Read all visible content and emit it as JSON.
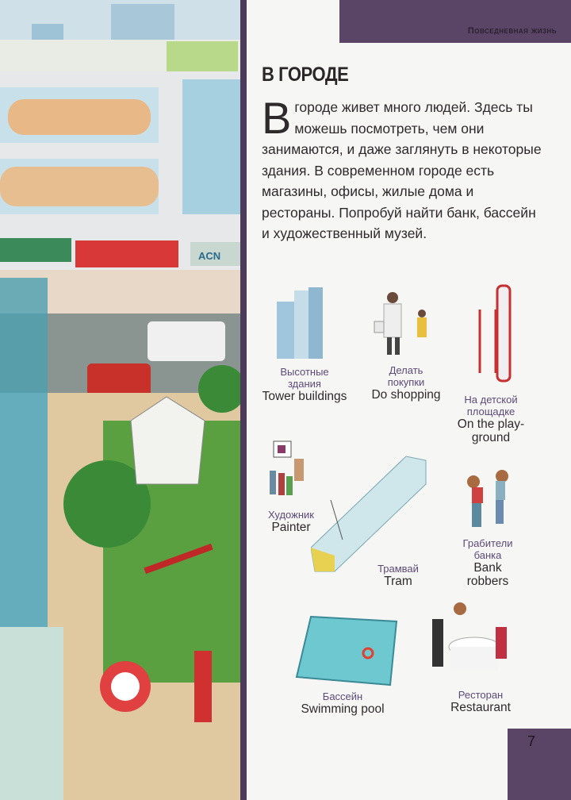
{
  "header": {
    "section": "Повседневная жизнь"
  },
  "title": "В ГОРОДЕ",
  "intro": {
    "dropcap": "В",
    "text": "городе живет много людей. Здесь ты можешь посмотреть, чем они занимаются, и даже заглянуть в некоторые здания. В современном городе есть магазины, офисы, жилые дома и рестораны. Попробуй найти банк, бассейн и художественный музей."
  },
  "items": [
    {
      "ru": "Высотные здания",
      "en": "Tower buildings"
    },
    {
      "ru": "Делать покупки",
      "en": "Do shopping"
    },
    {
      "ru": "На детской площадке",
      "en": "On the play-ground"
    },
    {
      "ru": "Художник",
      "en": "Painter"
    },
    {
      "ru": "Трамвай",
      "en": "Tram"
    },
    {
      "ru": "Грабители банка",
      "en": "Bank robbers"
    },
    {
      "ru": "Бассейн",
      "en": "Swimming pool"
    },
    {
      "ru": "Ресторан",
      "en": "Restaurant"
    }
  ],
  "illustration": {
    "shop_signs": [
      "ACN"
    ]
  },
  "page_number": "7"
}
